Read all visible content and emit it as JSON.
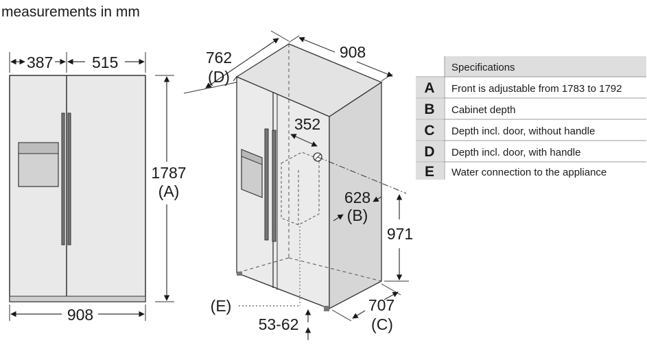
{
  "heading": "measurements in mm",
  "front_view": {
    "left_width": "387",
    "right_width": "515",
    "height": "1787",
    "height_key": "(A)",
    "total_width": "908"
  },
  "iso_view": {
    "depth_with_handle": "762",
    "depth_with_handle_key": "(D)",
    "top_width": "908",
    "water_offset": "352",
    "cabinet_depth": "628",
    "cabinet_depth_key": "(B)",
    "water_height": "971",
    "water_connection_key": "(E)",
    "feet_range": "53-62",
    "depth_no_handle": "707",
    "depth_no_handle_key": "(C)"
  },
  "specs": {
    "header": "Specifications",
    "rows": [
      {
        "key": "A",
        "text": "Front is adjustable from 1783 to 1792"
      },
      {
        "key": "B",
        "text": "Cabinet depth"
      },
      {
        "key": "C",
        "text": "Depth incl. door, without handle"
      },
      {
        "key": "D",
        "text": "Depth incl. door, with handle"
      },
      {
        "key": "E",
        "text": "Water connection to the appliance"
      }
    ]
  }
}
